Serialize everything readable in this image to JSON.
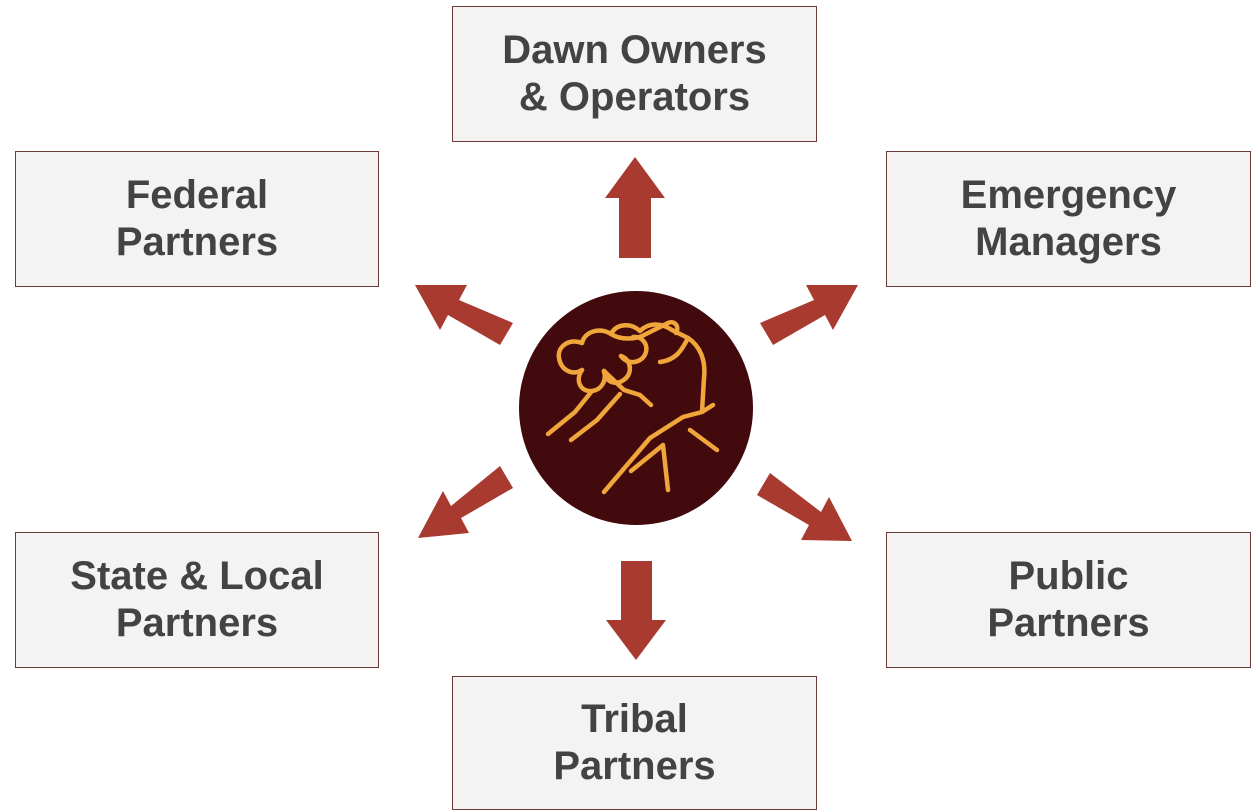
{
  "colors": {
    "arrow": "#a93a2f",
    "hub_fill": "#420a0c",
    "icon_stroke": "#f1a63c",
    "box_fill": "#f3f3f3",
    "box_border": "#6b3a3a",
    "text": "#434343"
  },
  "hub": {
    "icon": "handshake-arm-wrestle-icon"
  },
  "boxes": {
    "top": {
      "line1": "Dawn Owners",
      "line2": "& Operators"
    },
    "upper_left": {
      "line1": "Federal",
      "line2": "Partners"
    },
    "upper_right": {
      "line1": "Emergency",
      "line2": "Managers"
    },
    "lower_left": {
      "line1": "State & Local",
      "line2": "Partners"
    },
    "lower_right": {
      "line1": "Public",
      "line2": "Partners"
    },
    "bottom": {
      "line1": "Tribal",
      "line2": "Partners"
    }
  }
}
